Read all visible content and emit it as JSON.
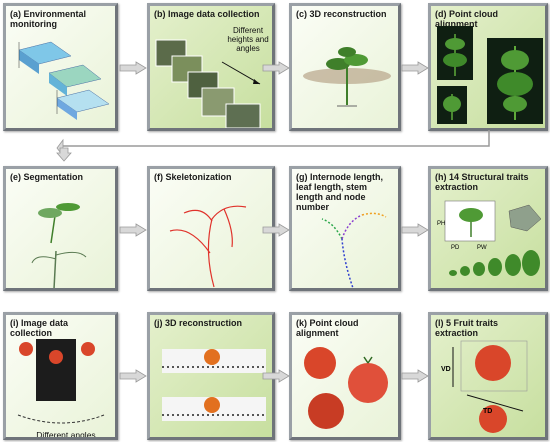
{
  "panels": {
    "a": {
      "title": "(a) Environmental monitoring"
    },
    "b": {
      "title": "(b) Image data collection",
      "note": "Different heights and angles"
    },
    "c": {
      "title": "(c) 3D reconstruction"
    },
    "d": {
      "title": "(d) Point cloud alignment"
    },
    "e": {
      "title": "(e) Segmentation"
    },
    "f": {
      "title": "(f) Skeletonization"
    },
    "g": {
      "title": "(g) Internode length, leaf length, stem length and node number"
    },
    "h": {
      "title": "(h) 14 Structural traits extraction",
      "labels": {
        "ph": "PH",
        "pd": "PD",
        "pw": "PW"
      }
    },
    "i": {
      "title": "(i)  Image data collection",
      "note": "Different angles"
    },
    "j": {
      "title": "(j) 3D reconstruction"
    },
    "k": {
      "title": "(k) Point cloud alignment"
    },
    "l": {
      "title": "(l) 5 Fruit traits extraction",
      "labels": {
        "vd": "VD",
        "td": "TD"
      }
    }
  },
  "colors": {
    "panel_border": "#9aa0a6",
    "panel_green": "#c7df9f",
    "panel_light": "#e9f3d8",
    "arrow": "#b8b8b8",
    "tomato": "#d9462a",
    "leaf": "#3f7f2a",
    "skeleton": "#e0322b"
  }
}
